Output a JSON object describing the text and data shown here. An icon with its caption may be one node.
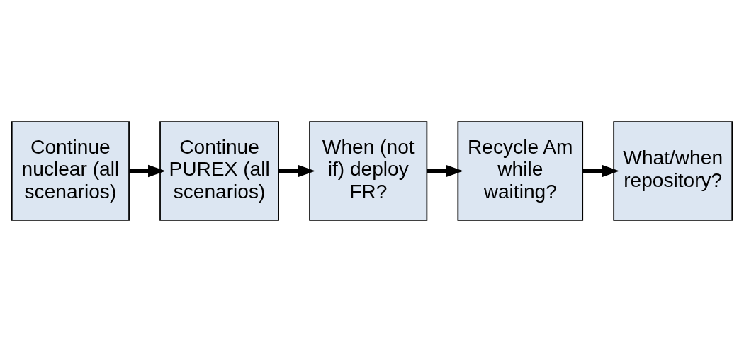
{
  "diagram": {
    "nodes": [
      {
        "text": [
          "Continue nuclear (all scenarios)"
        ]
      },
      {
        "text": [
          "Continue PUREX (all scenarios)"
        ]
      },
      {
        "text": [
          "When (not if) deploy FR?"
        ]
      },
      {
        "text": [
          "Recycle Am while waiting?"
        ]
      },
      {
        "text": [
          "What/when repository?"
        ]
      }
    ],
    "edges": [
      {
        "from": 0,
        "to": 1,
        "arrow": "to"
      },
      {
        "from": 1,
        "to": 2,
        "arrow": "to"
      },
      {
        "from": 2,
        "to": 3,
        "arrow": "to"
      },
      {
        "from": 3,
        "to": 4,
        "arrow": "to"
      }
    ]
  }
}
